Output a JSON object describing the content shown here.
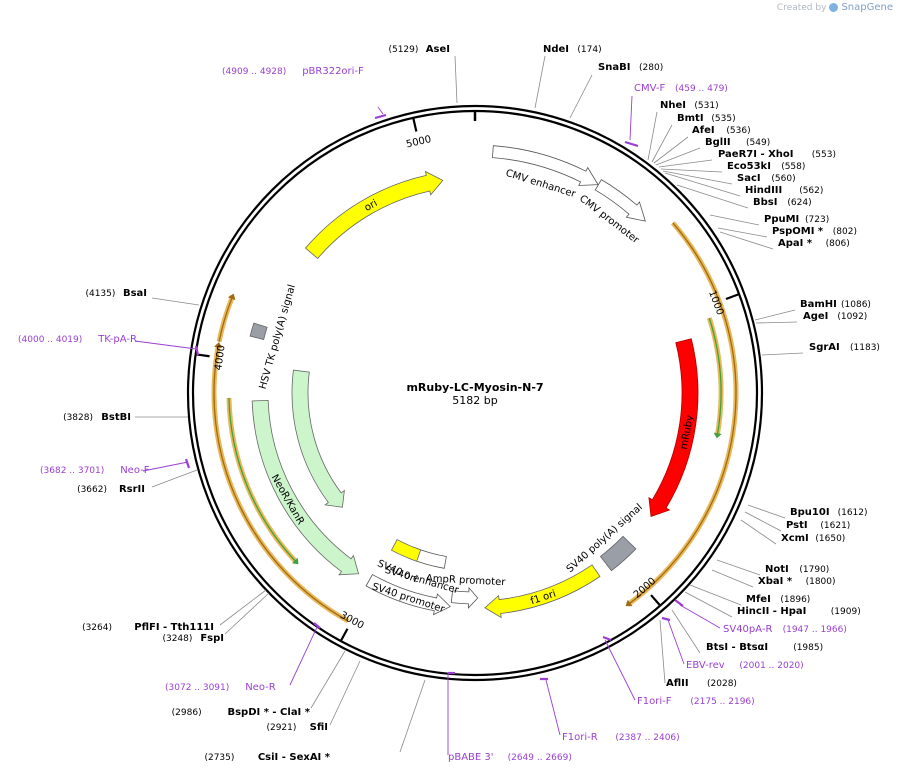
{
  "app": {
    "watermark_prefix": "Created by",
    "watermark_brand": "SnapGene"
  },
  "plasmid": {
    "name": "mRuby-LC-Myosin-N-7",
    "length_label": "5182 bp",
    "length_bp": 5182
  },
  "ticks": [
    {
      "label": "1000",
      "bp": 1000
    },
    {
      "label": "2000",
      "bp": 2000
    },
    {
      "label": "3000",
      "bp": 3000
    },
    {
      "label": "4000",
      "bp": 4000
    },
    {
      "label": "5000",
      "bp": 5000
    }
  ],
  "features": [
    {
      "name": "CMV enhancer",
      "start": 61,
      "end": 440,
      "color": "#ffffff",
      "strand": 1
    },
    {
      "name": "CMV promoter",
      "start": 441,
      "end": 644,
      "color": "#ffffff",
      "strand": 1
    },
    {
      "name": "mRuby",
      "start": 1093,
      "end": 1800,
      "color": "#ff0000",
      "strand": 1
    },
    {
      "name": "SV40 poly(A) signal",
      "start": 1930,
      "end": 2051,
      "color": "#999ea7",
      "strand": 0
    },
    {
      "name": "f1 ori",
      "start": 2098,
      "end": 2553,
      "color": "#ffff00",
      "strand": 1
    },
    {
      "name": "AmpR promoter",
      "start": 2580,
      "end": 2684,
      "color": "#ffffff",
      "strand": -1
    },
    {
      "name": "SV40 promoter",
      "start": 2686,
      "end": 3015,
      "color": "#ffffff",
      "strand": -1
    },
    {
      "name": "SV40 enhancer",
      "start": 2734,
      "end": 2905,
      "color": "#ffffff",
      "strand": 0
    },
    {
      "name": "SV40 ori",
      "start": 2866,
      "end": 2994,
      "color": "#ffff00",
      "strand": 0
    },
    {
      "name": "NeoR/KanR",
      "start": 3063,
      "end": 3857,
      "color": "#ccf5cc",
      "strand": -1
    },
    {
      "name": "HSV TK poly(A) signal",
      "start": 4091,
      "end": 4139,
      "color": "#999ea7",
      "strand": 0
    },
    {
      "name": "ori",
      "start": 4470,
      "end": 5058,
      "color": "#ffff00",
      "strand": 1
    }
  ],
  "sites": [
    {
      "name": "AseI",
      "pos": "5129"
    },
    {
      "name": "NdeI",
      "pos": "174"
    },
    {
      "name": "SnaBI",
      "pos": "280"
    },
    {
      "name": "NheI",
      "pos": "531"
    },
    {
      "name": "BmtI",
      "pos": "535"
    },
    {
      "name": "AfeI",
      "pos": "536"
    },
    {
      "name": "BglII",
      "pos": "549"
    },
    {
      "name": "PaeR7I - XhoI",
      "pos": "553"
    },
    {
      "name": "Eco53kI",
      "pos": "558"
    },
    {
      "name": "SacI",
      "pos": "560"
    },
    {
      "name": "HindIII",
      "pos": "562"
    },
    {
      "name": "BbsI",
      "pos": "624"
    },
    {
      "name": "PpuMI",
      "pos": "723"
    },
    {
      "name": "PspOMI *",
      "pos": "802"
    },
    {
      "name": "ApaI *",
      "pos": "806"
    },
    {
      "name": "BamHI",
      "pos": "1086"
    },
    {
      "name": "AgeI",
      "pos": "1092"
    },
    {
      "name": "SgrAI",
      "pos": "1183"
    },
    {
      "name": "Bpu10I",
      "pos": "1612"
    },
    {
      "name": "PstI",
      "pos": "1621"
    },
    {
      "name": "XcmI",
      "pos": "1650"
    },
    {
      "name": "NotI",
      "pos": "1790"
    },
    {
      "name": "XbaI *",
      "pos": "1800"
    },
    {
      "name": "MfeI",
      "pos": "1896"
    },
    {
      "name": "HincII - HpaI",
      "pos": "1909"
    },
    {
      "name": "BtsI - BtsαI",
      "pos": "1985"
    },
    {
      "name": "AflII",
      "pos": "2028"
    },
    {
      "name": "CsiI - SexAI *",
      "pos": "2735"
    },
    {
      "name": "SfiI",
      "pos": "2921"
    },
    {
      "name": "BspDI * - ClaI *",
      "pos": "2986"
    },
    {
      "name": "FspI",
      "pos": "3248"
    },
    {
      "name": "PflFI - Tth111I",
      "pos": "3264"
    },
    {
      "name": "RsrII",
      "pos": "3662"
    },
    {
      "name": "BstBI",
      "pos": "3828"
    },
    {
      "name": "BsaI",
      "pos": "4135"
    }
  ],
  "primers": [
    {
      "name": "pBR322ori-F",
      "range": "4909 .. 4928"
    },
    {
      "name": "CMV-F",
      "range": "459 .. 479"
    },
    {
      "name": "SV40pA-R",
      "range": "1947 .. 1966"
    },
    {
      "name": "EBV-rev",
      "range": "2001 .. 2020"
    },
    {
      "name": "F1ori-F",
      "range": "2175 .. 2196"
    },
    {
      "name": "F1ori-R",
      "range": "2387 .. 2406"
    },
    {
      "name": "pBABE 3'",
      "range": "2649 .. 2669"
    },
    {
      "name": "Neo-R",
      "range": "3072 .. 3091"
    },
    {
      "name": "Neo-F",
      "range": "3682 .. 3701"
    },
    {
      "name": "TK-pA-R",
      "range": "4000 .. 4019"
    }
  ],
  "colors": {
    "backbone": "#000000",
    "primer": "#9a3fd1",
    "orf_outline": "#e8b85a",
    "orf_inner_orange": "#a06a10",
    "orf_inner_green": "#3fa13f"
  }
}
